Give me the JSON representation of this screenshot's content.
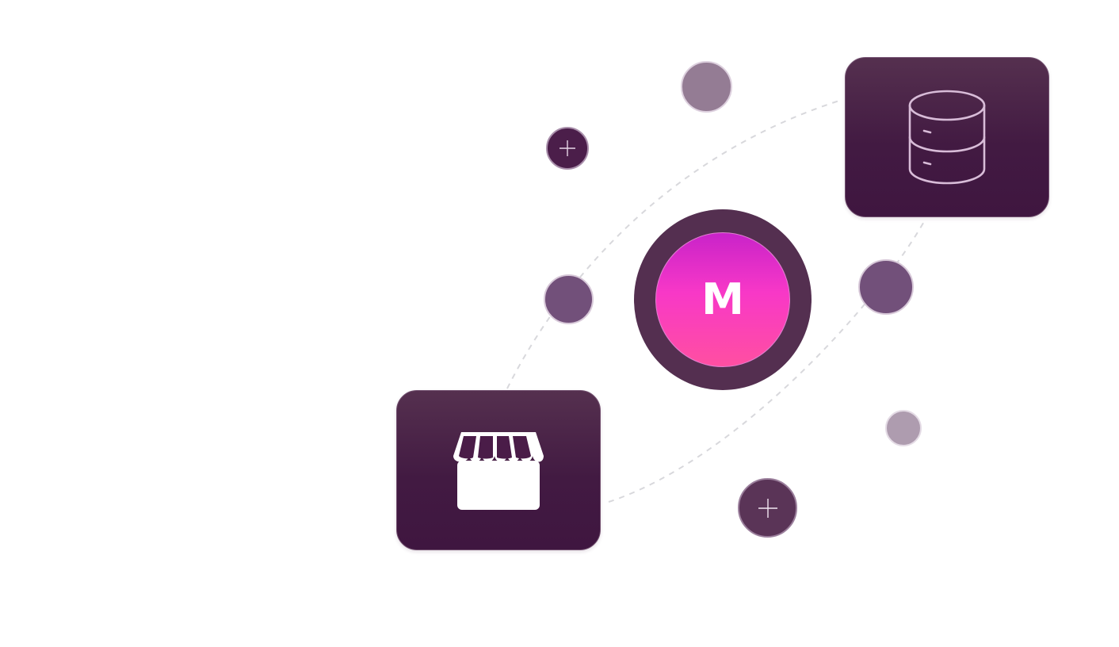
{
  "hub": {
    "label": "M",
    "gradient_colors": [
      "#c923c9",
      "#f838c7",
      "#ff4fa1"
    ],
    "ring_color": "#542f50"
  },
  "nodes": [
    {
      "name": "database",
      "icon": "database-icon"
    },
    {
      "name": "store",
      "icon": "storefront-icon"
    }
  ],
  "buttons": [
    {
      "name": "add",
      "icon": "plus-icon"
    },
    {
      "name": "add",
      "icon": "plus-icon"
    }
  ],
  "colors": {
    "card_top": "#55304f",
    "card_bottom": "#3f1640",
    "connector": "#d8d8dc",
    "accent_pink": "#f838c7"
  }
}
